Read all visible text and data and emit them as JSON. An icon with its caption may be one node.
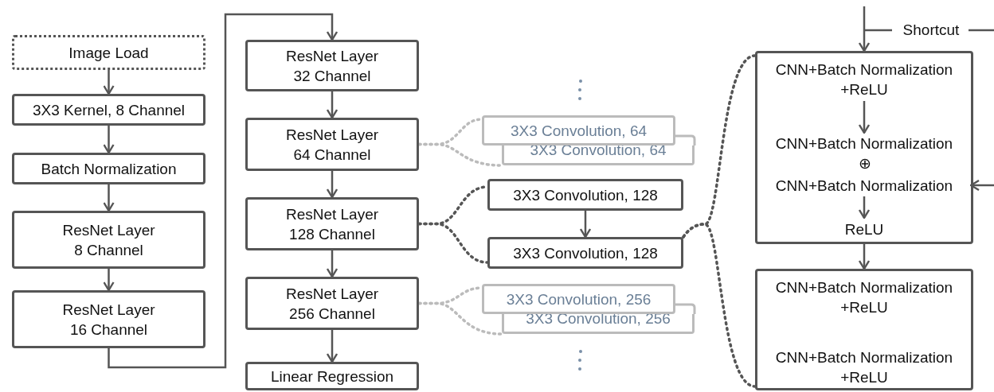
{
  "diagram": {
    "nodes": [
      {
        "text": [
          "Image Load"
        ]
      },
      {
        "text": [
          "3X3 Kernel, 8 Channel"
        ]
      },
      {
        "text": [
          "Batch Normalization"
        ]
      },
      {
        "text": [
          "ResNet Layer 8 Channel"
        ]
      },
      {
        "text": [
          "ResNet Layer 16 Channel"
        ]
      },
      {
        "text": [
          "ResNet Layer 32 Channel"
        ]
      },
      {
        "text": [
          "ResNet Layer 64 Channel"
        ]
      },
      {
        "text": [
          "ResNet Layer 128 Channel"
        ]
      },
      {
        "text": [
          "ResNet Layer 256 Channel"
        ]
      },
      {
        "text": [
          "Linear Regression"
        ]
      },
      {
        "text": [
          "3X3 Convolution, 64"
        ]
      },
      {
        "text": [
          "3X3 Convolution, 64"
        ]
      },
      {
        "text": [
          "3X3 Convolution, 128"
        ]
      },
      {
        "text": [
          "3X3 Convolution, 128"
        ]
      },
      {
        "text": [
          "3X3 Convolution, 256"
        ]
      },
      {
        "text": [
          "3X3 Convolution, 256"
        ]
      },
      {
        "text": [],
        "shape": "box"
      },
      {
        "text": [
          "CNN+Batch Normalization +ReLU"
        ],
        "in": 16
      },
      {
        "text": [
          "CNN+Batch Normalization"
        ],
        "in": 16
      },
      {
        "text": [
          "CNN+Batch Normalization"
        ],
        "in": 16
      },
      {
        "text": [
          "ReLU"
        ],
        "in": 16
      },
      {
        "text": [],
        "shape": "box"
      },
      {
        "text": [
          "CNN+Batch Normalization +ReLU"
        ],
        "in": 21
      },
      {
        "text": [
          "CNN+Batch Normalization +ReLU"
        ],
        "in": 21
      }
    ],
    "edges": [
      {
        "from": 0,
        "to": 1,
        "arrow": "to"
      },
      {
        "from": 1,
        "to": 2,
        "arrow": "to"
      },
      {
        "from": 2,
        "to": 3,
        "arrow": "to"
      },
      {
        "from": 3,
        "to": 4,
        "arrow": "to"
      },
      {
        "from": 4,
        "to": 5,
        "arrow": "to"
      },
      {
        "from": 5,
        "to": 6,
        "arrow": "to"
      },
      {
        "from": 6,
        "to": 7,
        "arrow": "to"
      },
      {
        "from": 7,
        "to": 8,
        "arrow": "to"
      },
      {
        "from": 8,
        "to": 9,
        "arrow": "to"
      },
      {
        "from": 6,
        "to": 10,
        "arrow": "none",
        "style": "dashed",
        "color": "#bbbbbb"
      },
      {
        "from": 6,
        "to": 11,
        "arrow": "none",
        "style": "dashed",
        "color": "#bbbbbb"
      },
      {
        "from": 7,
        "to": 12,
        "arrow": "none",
        "style": "dashed"
      },
      {
        "from": 7,
        "to": 13,
        "arrow": "none",
        "style": "dashed"
      },
      {
        "from": 8,
        "to": 14,
        "arrow": "none",
        "style": "dashed",
        "color": "#bbbbbb"
      },
      {
        "from": 8,
        "to": 15,
        "arrow": "none",
        "style": "dashed",
        "color": "#bbbbbb"
      },
      {
        "from": 12,
        "to": 13,
        "arrow": "to"
      },
      {
        "from": 13,
        "to": 16,
        "arrow": "none",
        "style": "dashed"
      },
      {
        "from": 13,
        "to": 21,
        "arrow": "none",
        "style": "dashed"
      },
      {
        "from": null,
        "to": 16,
        "arrow": "to"
      },
      {
        "from": 16,
        "to": 21,
        "arrow": "to"
      },
      {
        "from": 17,
        "to": 18,
        "arrow": "to"
      },
      {
        "from": null,
        "to": 19,
        "arrow": "to"
      },
      {
        "from": 19,
        "to": 20,
        "arrow": "to"
      }
    ],
    "labels": [
      "Shortcut",
      "⊕"
    ]
  }
}
